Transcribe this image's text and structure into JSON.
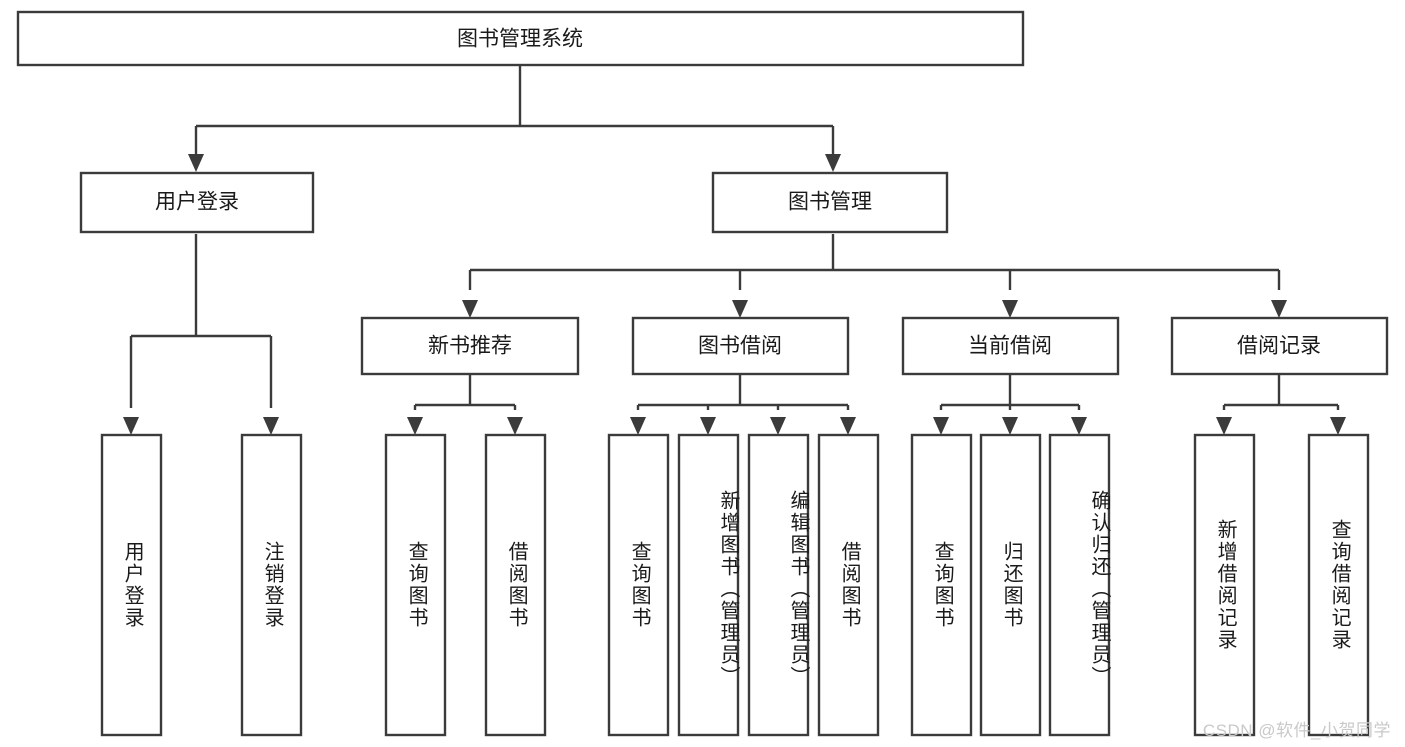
{
  "diagram": {
    "type": "tree-hierarchy-chart",
    "title": "图书管理系统",
    "orientation": "top-down",
    "colors": {
      "background": "#ffffff",
      "box_fill": "#ffffff",
      "box_stroke": "#3b3b3b",
      "text": "#1a1a1a",
      "watermark": "#c9c9c9"
    },
    "root": {
      "id": "root",
      "label": "图书管理系统",
      "text_orientation": "horizontal"
    },
    "level1": [
      {
        "id": "user-login",
        "label": "用户登录",
        "text_orientation": "horizontal"
      },
      {
        "id": "book-management",
        "label": "图书管理",
        "text_orientation": "horizontal"
      }
    ],
    "level2": [
      {
        "id": "new-book-recommend",
        "parent": "book-management",
        "label": "新书推荐",
        "text_orientation": "horizontal"
      },
      {
        "id": "book-borrow",
        "parent": "book-management",
        "label": "图书借阅",
        "text_orientation": "horizontal"
      },
      {
        "id": "current-borrow",
        "parent": "book-management",
        "label": "当前借阅",
        "text_orientation": "horizontal"
      },
      {
        "id": "borrow-record",
        "parent": "book-management",
        "label": "借阅记录",
        "text_orientation": "horizontal"
      }
    ],
    "leaves": [
      {
        "id": "leaf-user-login",
        "parent": "user-login",
        "label": "用户登录",
        "text_orientation": "vertical"
      },
      {
        "id": "leaf-user-logout",
        "parent": "user-login",
        "label": "注销登录",
        "text_orientation": "vertical"
      },
      {
        "id": "leaf-recommend-query",
        "parent": "new-book-recommend",
        "label": "查询图书",
        "text_orientation": "vertical"
      },
      {
        "id": "leaf-recommend-borrow",
        "parent": "new-book-recommend",
        "label": "借阅图书",
        "text_orientation": "vertical"
      },
      {
        "id": "leaf-borrow-query",
        "parent": "book-borrow",
        "label": "查询图书",
        "text_orientation": "vertical"
      },
      {
        "id": "leaf-borrow-add",
        "parent": "book-borrow",
        "label": "新增图书（管理员）",
        "text_orientation": "vertical"
      },
      {
        "id": "leaf-borrow-edit",
        "parent": "book-borrow",
        "label": "编辑图书（管理员）",
        "text_orientation": "vertical"
      },
      {
        "id": "leaf-borrow-lend",
        "parent": "book-borrow",
        "label": "借阅图书",
        "text_orientation": "vertical"
      },
      {
        "id": "leaf-current-query",
        "parent": "current-borrow",
        "label": "查询图书",
        "text_orientation": "vertical"
      },
      {
        "id": "leaf-current-return",
        "parent": "current-borrow",
        "label": "归还图书",
        "text_orientation": "vertical"
      },
      {
        "id": "leaf-current-confirm",
        "parent": "current-borrow",
        "label": "确认归还（管理员）",
        "text_orientation": "vertical"
      },
      {
        "id": "leaf-record-add",
        "parent": "borrow-record",
        "label": "新增借阅记录",
        "text_orientation": "vertical"
      },
      {
        "id": "leaf-record-query",
        "parent": "borrow-record",
        "label": "查询借阅记录",
        "text_orientation": "vertical"
      }
    ]
  },
  "watermark": {
    "text": "CSDN @软件_小贺同学"
  }
}
